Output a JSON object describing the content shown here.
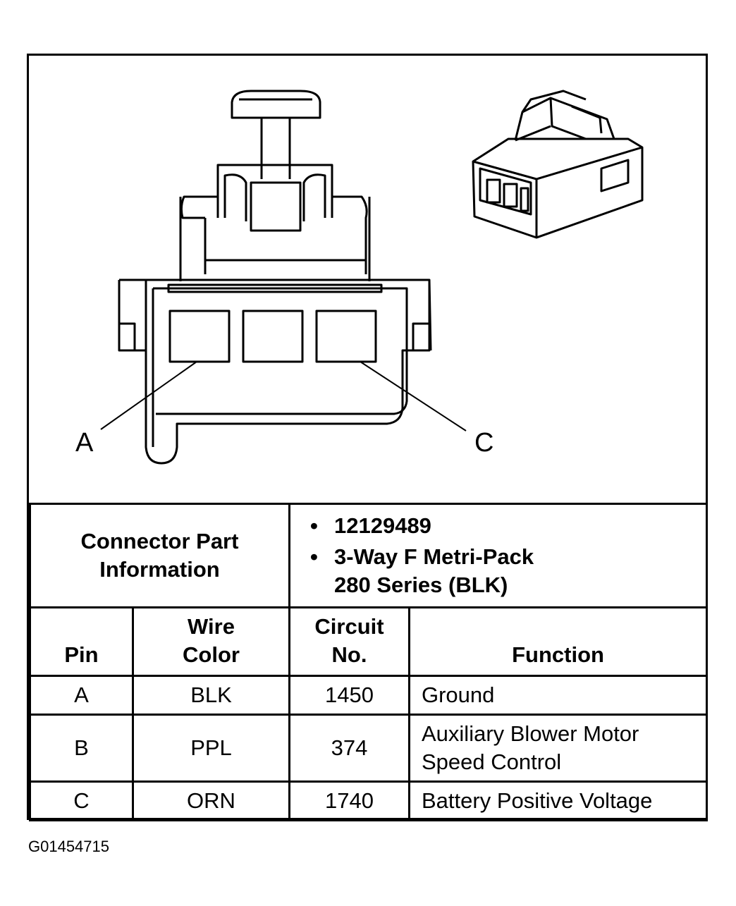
{
  "diagram": {
    "pin_labels": {
      "a": "A",
      "c": "C"
    }
  },
  "connector_info": {
    "title": "Connector Part Information",
    "part_number": "12129489",
    "description_line1": "3-Way F Metri-Pack",
    "description_line2": "280 Series (BLK)"
  },
  "table": {
    "headers": {
      "pin": "Pin",
      "wire_color_1": "Wire",
      "wire_color_2": "Color",
      "circuit_1": "Circuit",
      "circuit_2": "No.",
      "function": "Function"
    },
    "rows": [
      {
        "pin": "A",
        "wire_color": "BLK",
        "circuit": "1450",
        "function_1": "Ground",
        "function_2": ""
      },
      {
        "pin": "B",
        "wire_color": "PPL",
        "circuit": "374",
        "function_1": "Auxiliary Blower Motor",
        "function_2": "Speed Control"
      },
      {
        "pin": "C",
        "wire_color": "ORN",
        "circuit": "1740",
        "function_1": "Battery Positive Voltage",
        "function_2": ""
      }
    ]
  },
  "figure_id": "G01454715"
}
